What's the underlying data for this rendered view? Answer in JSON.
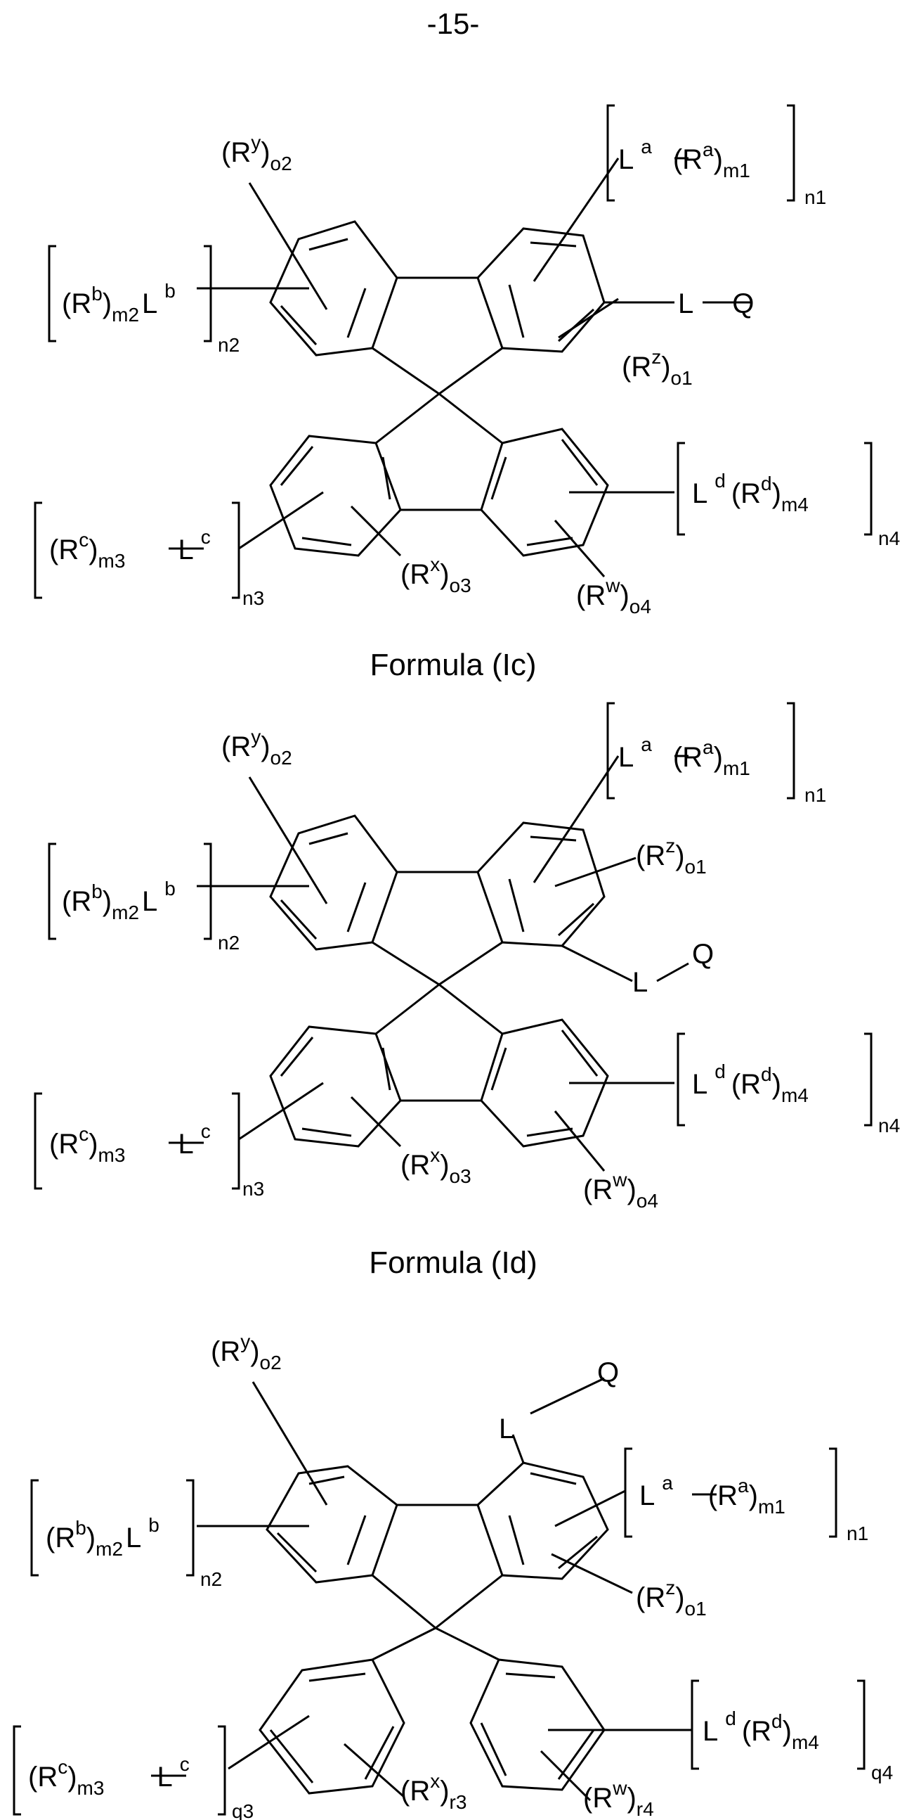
{
  "page_number": "-15-",
  "structure_1": {
    "Ry": {
      "base": "(R",
      "sup": "y",
      "close": ")",
      "sub": "o2"
    },
    "La": {
      "L": "L",
      "L_sup": "a",
      "R": "(R",
      "R_sup": "a",
      "close": ")",
      "sub": "m1",
      "outer_sub": "n1"
    },
    "Lb": {
      "R": "(R",
      "R_sup": "b",
      "close": ")",
      "sub": "m2",
      "L": "L",
      "L_sup": "b",
      "outer_sub": "n2"
    },
    "LQ": {
      "L": "L",
      "Q": "Q"
    },
    "Rz": {
      "base": "(R",
      "sup": "z",
      "close": ")",
      "sub": "o1"
    },
    "Lc": {
      "R": "(R",
      "R_sup": "c",
      "close": ")",
      "sub": "m3",
      "L": "L",
      "L_sup": "c",
      "outer_sub": "n3"
    },
    "Rx": {
      "base": "(R",
      "sup": "x",
      "close": ")",
      "sub": "o3"
    },
    "Ld": {
      "L": "L",
      "L_sup": "d",
      "R": "(R",
      "R_sup": "d",
      "close": ")",
      "sub": "m4",
      "outer_sub": "n4"
    },
    "Rw": {
      "base": "(R",
      "sup": "w",
      "close": ")",
      "sub": "o4"
    }
  },
  "caption_1": "Formula (Ic)",
  "structure_2": {
    "Ry": {
      "base": "(R",
      "sup": "y",
      "close": ")",
      "sub": "o2"
    },
    "La": {
      "L": "L",
      "L_sup": "a",
      "R": "(R",
      "R_sup": "a",
      "close": ")",
      "sub": "m1",
      "outer_sub": "n1"
    },
    "Rz": {
      "base": "(R",
      "sup": "z",
      "close": ")",
      "sub": "o1"
    },
    "Lb": {
      "R": "(R",
      "R_sup": "b",
      "close": ")",
      "sub": "m2",
      "L": "L",
      "L_sup": "b",
      "outer_sub": "n2"
    },
    "LQ": {
      "L": "L",
      "Q": "Q"
    },
    "Lc": {
      "R": "(R",
      "R_sup": "c",
      "close": ")",
      "sub": "m3",
      "L": "L",
      "L_sup": "c",
      "outer_sub": "n3"
    },
    "Rx": {
      "base": "(R",
      "sup": "x",
      "close": ")",
      "sub": "o3"
    },
    "Ld": {
      "L": "L",
      "L_sup": "d",
      "R": "(R",
      "R_sup": "d",
      "close": ")",
      "sub": "m4",
      "outer_sub": "n4"
    },
    "Rw": {
      "base": "(R",
      "sup": "w",
      "close": ")",
      "sub": "o4"
    }
  },
  "caption_2": "Formula (Id)",
  "structure_3": {
    "LQ": {
      "L": "L",
      "Q": "Q"
    },
    "Ry": {
      "base": "(R",
      "sup": "y",
      "close": ")",
      "sub": "o2"
    },
    "La": {
      "L": "L",
      "L_sup": "a",
      "R": "(R",
      "R_sup": "a",
      "close": ")",
      "sub": "m1",
      "outer_sub": "n1"
    },
    "Lb": {
      "R": "(R",
      "R_sup": "b",
      "close": ")",
      "sub": "m2",
      "L": "L",
      "L_sup": "b",
      "outer_sub": "n2"
    },
    "Rz": {
      "base": "(R",
      "sup": "z",
      "close": ")",
      "sub": "o1"
    },
    "Lc": {
      "R": "(R",
      "R_sup": "c",
      "close": ")",
      "sub": "m3",
      "L": "L",
      "L_sup": "c",
      "outer_sub": "q3"
    },
    "Rx": {
      "base": "(R",
      "sup": "x",
      "close": ")",
      "sub": "r3"
    },
    "Ld": {
      "L": "L",
      "L_sup": "d",
      "R": "(R",
      "R_sup": "d",
      "close": ")",
      "sub": "m4",
      "outer_sub": "q4"
    },
    "Rw": {
      "base": "(R",
      "sup": "w",
      "close": ")",
      "sub": "r4"
    }
  }
}
